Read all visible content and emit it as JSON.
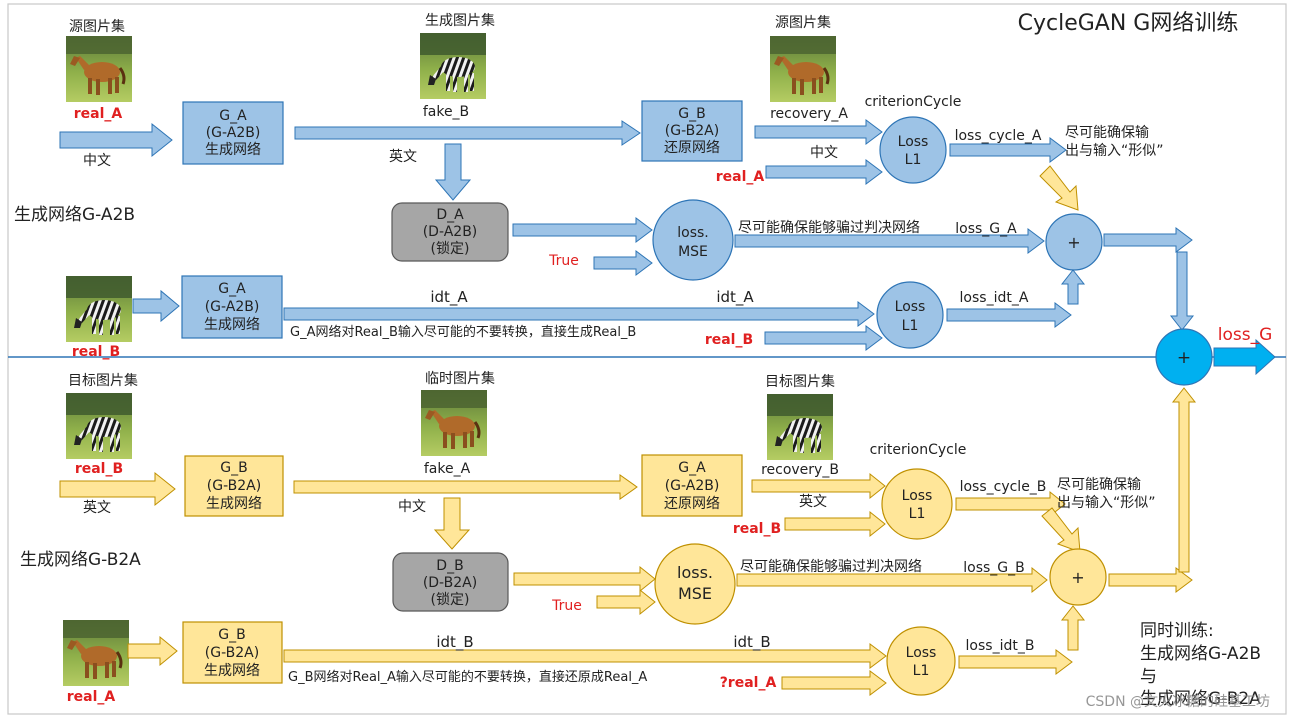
{
  "title": "CycleGAN G网络训练",
  "colors": {
    "blue_fill": "#9dc3e6",
    "blue_stroke": "#2e75b6",
    "yellow_fill": "#ffe699",
    "yellow_stroke": "#bf9000",
    "gray_fill": "#a6a6a6",
    "red_text": "#e02020",
    "bright_blue": "#00b0f0",
    "arrow_blue": "#8fb4e3",
    "arrow_yellow": "#ffe699"
  },
  "top": {
    "section_label": "生成网络G-A2B",
    "src_title": "源图片集",
    "src_label": "real_A",
    "src_lang": "中文",
    "gen_title": "生成图片集",
    "gen_label": "fake_B",
    "gen_lang": "英文",
    "rec_title": "源图片集",
    "rec_label": "recovery_A",
    "rec_lang": "中文",
    "g_main": [
      "G_A",
      "(G-A2B)",
      "生成网络"
    ],
    "g_rec": [
      "G_B",
      "(G-B2A)",
      "还原网络"
    ],
    "d": [
      "D_A",
      "(D-A2B)",
      "(锁定)"
    ],
    "criterion": "criterionCycle",
    "loss_cycle_node": [
      "Loss",
      "L1"
    ],
    "loss_cycle": "loss_cycle_A",
    "cycle_note": [
      "尽可能确保输",
      "出与输入“形似”"
    ],
    "real_cmp": "real_A",
    "mse": [
      "loss.",
      "MSE"
    ],
    "true_label": "True",
    "fool_note": "尽可能确保能够骗过判决网络",
    "loss_g": "loss_G_A",
    "plus": "+",
    "idt_src": "real_B",
    "g_idt": [
      "G_A",
      "(G-A2B)",
      "生成网络"
    ],
    "idt1": "idt_A",
    "idt2": "idt_A",
    "idt_node": [
      "Loss",
      "L1"
    ],
    "loss_idt": "loss_idt_A",
    "idt_note": "G_A网络对Real_B输入尽可能的不要转换，直接生成Real_B",
    "idt_cmp": "real_B"
  },
  "bottom": {
    "section_label": "生成网络G-B2A",
    "src_title": "目标图片集",
    "src_label": "real_B",
    "src_lang": "英文",
    "gen_title": "临时图片集",
    "gen_label": "fake_A",
    "gen_lang": "中文",
    "rec_title": "目标图片集",
    "rec_label": "recovery_B",
    "rec_lang": "英文",
    "g_main": [
      "G_B",
      "(G-B2A)",
      "生成网络"
    ],
    "g_rec": [
      "G_A",
      "(G-A2B)",
      "还原网络"
    ],
    "d": [
      "D_B",
      "(D-B2A)",
      "(锁定)"
    ],
    "criterion": "criterionCycle",
    "loss_cycle_node": [
      "Loss",
      "L1"
    ],
    "loss_cycle": "loss_cycle_B",
    "cycle_note": [
      "尽可能确保输",
      "出与输入“形似”"
    ],
    "real_cmp": "real_B",
    "mse": [
      "loss.",
      "MSE"
    ],
    "true_label": "True",
    "fool_note": "尽可能确保能够骗过判决网络",
    "loss_g": "loss_G_B",
    "plus": "+",
    "idt_src": "real_A",
    "g_idt": [
      "G_B",
      "(G-B2A)",
      "生成网络"
    ],
    "idt1": "idt_B",
    "idt2": "idt_B",
    "idt_node": [
      "Loss",
      "L1"
    ],
    "loss_idt": "loss_idt_B",
    "idt_note": "G_B网络对Real_A输入尽可能的不要转换，直接还原成Real_A",
    "idt_cmp": "?real_A"
  },
  "final": {
    "plus": "+",
    "loss": "loss_G",
    "note": [
      "同时训练:",
      "生成网络G-A2B",
      "与",
      "生成网络G-B2A"
    ]
  },
  "watermark": "CSDN @文火冰糖的硅基工坊"
}
